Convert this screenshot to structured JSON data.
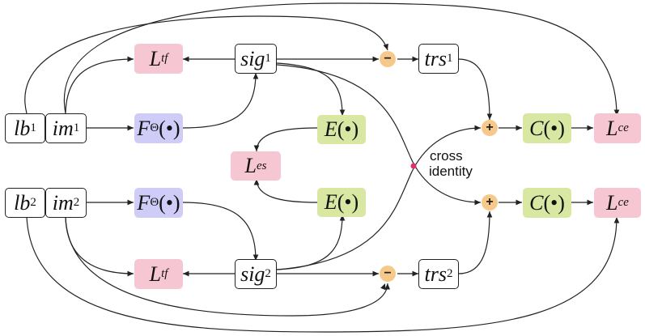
{
  "nodes": {
    "lb1": {
      "main": "lb",
      "sub": "1"
    },
    "im1": {
      "main": "im",
      "sub": "1"
    },
    "lb2": {
      "main": "lb",
      "sub": "2"
    },
    "im2": {
      "main": "im",
      "sub": "2"
    },
    "sig1": {
      "main": "sig",
      "sub": "1"
    },
    "sig2": {
      "main": "sig",
      "sub": "2"
    },
    "trs1": {
      "main": "trs",
      "sub": "1"
    },
    "trs2": {
      "main": "trs",
      "sub": "2"
    },
    "ltf_top": {
      "main": "L",
      "sub": "tf"
    },
    "ltf_bottom": {
      "main": "L",
      "sub": "tf"
    },
    "les": {
      "main": "L",
      "sub": "es"
    },
    "lce_top": {
      "main": "L",
      "sub": "ce"
    },
    "lce_bottom": {
      "main": "L",
      "sub": "ce"
    },
    "f1": {
      "main": "F",
      "sub": "Θ",
      "arg": "(•)"
    },
    "f2": {
      "main": "F",
      "sub": "Θ",
      "arg": "(•)"
    },
    "e1": {
      "main": "E",
      "arg": "(•)"
    },
    "e2": {
      "main": "E",
      "arg": "(•)"
    },
    "c1": {
      "main": "C",
      "arg": "(•)"
    },
    "c2": {
      "main": "C",
      "arg": "(•)"
    }
  },
  "operators": {
    "minus_top": "−",
    "minus_bottom": "−",
    "plus_top": "+",
    "plus_bottom": "+"
  },
  "annotation": {
    "line1": "cross",
    "line2": "identity"
  },
  "colors": {
    "loss": "#f7c6d3",
    "encoder": "#cfcdf7",
    "embedding": "#d8e8a2",
    "operator": "#f6c98a",
    "cross_point": "#e0306a"
  }
}
